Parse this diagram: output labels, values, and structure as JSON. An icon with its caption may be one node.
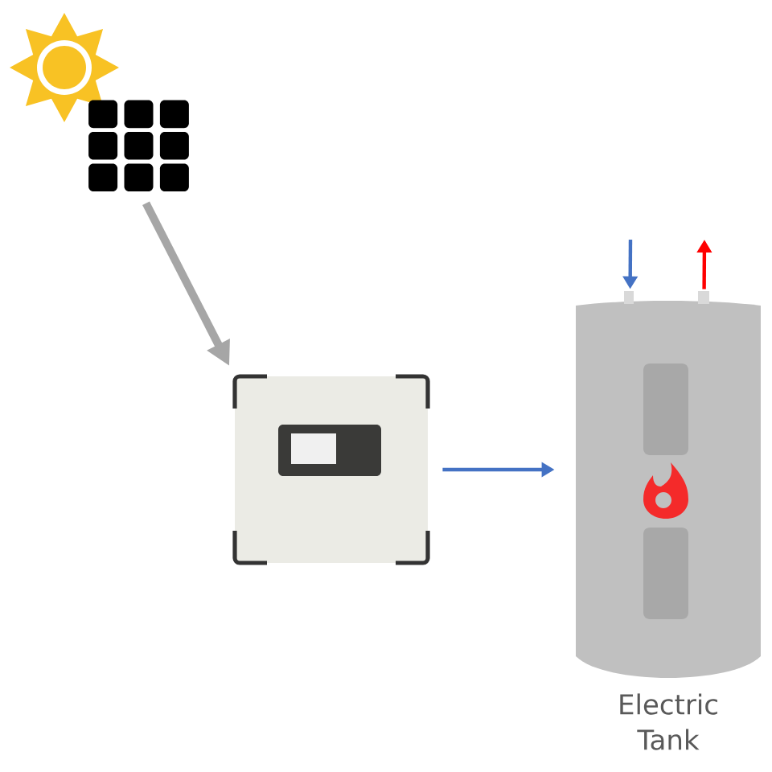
{
  "diagram": {
    "nodes": [
      {
        "text": [],
        "shape": "picture"
      },
      {
        "text": [],
        "shape": "box"
      },
      {
        "text": [
          "Electric Tank"
        ]
      }
    ],
    "edges": [
      {
        "from": 0,
        "to": 1,
        "arrow": "to",
        "style": "thick",
        "color": "#a6a6a6"
      },
      {
        "from": 1,
        "to": 2,
        "arrow": "to"
      },
      {
        "from": null,
        "to": 2,
        "arrow": "to"
      },
      {
        "from": 2,
        "to": null,
        "arrow": "to",
        "color": "#ff0000"
      }
    ]
  }
}
